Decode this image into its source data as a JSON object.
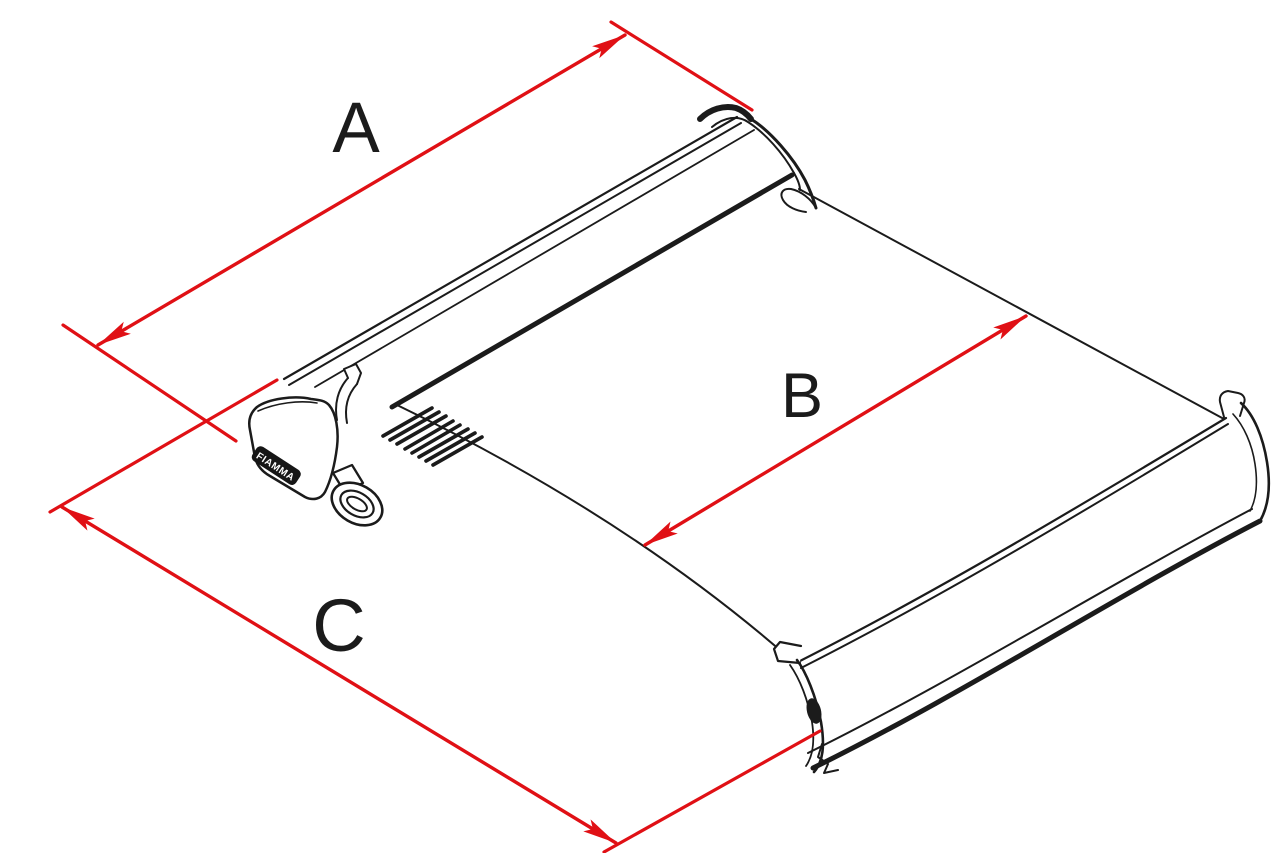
{
  "diagram": {
    "kind": "awning-dimension-line-drawing",
    "dimension_labels": {
      "a": "A",
      "b": "B",
      "c": "C"
    },
    "badge_text": "FIAMMA",
    "colors": {
      "dimension_red": "#e01015",
      "line_black": "#1b1b1b",
      "background": "#ffffff"
    }
  }
}
